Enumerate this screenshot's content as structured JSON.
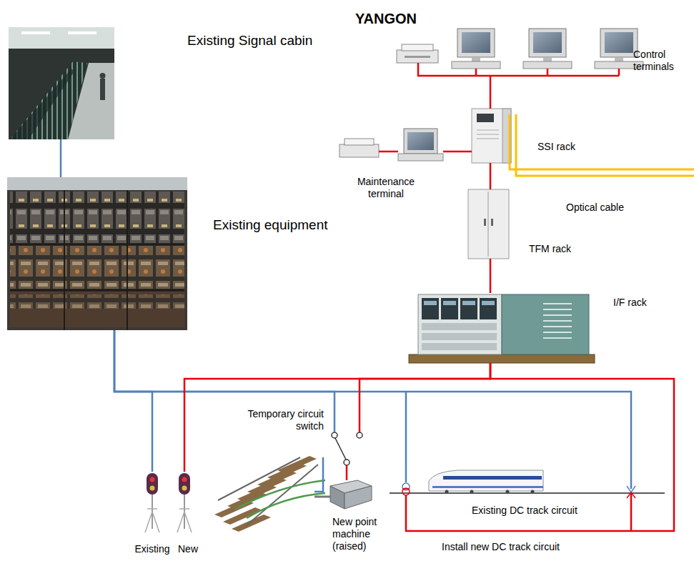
{
  "diagram": {
    "title": "YANGON",
    "nodes": [
      {
        "text": [
          "Existing Signal cabin"
        ]
      },
      {
        "text": [
          "Existing equipment"
        ]
      },
      {
        "text": [
          "Control terminals"
        ]
      },
      {
        "text": [
          "SSI rack"
        ]
      },
      {
        "text": [
          "Maintenance terminal"
        ]
      },
      {
        "text": [
          "TFM rack"
        ]
      },
      {
        "text": [
          "I/F rack"
        ]
      },
      {
        "text": [
          "Existing"
        ]
      },
      {
        "text": [
          "New"
        ]
      },
      {
        "text": [
          "Temporary circuit switch"
        ]
      },
      {
        "text": [
          "New point machine (raised)"
        ]
      },
      {
        "text": [
          "Existing DC track circuit"
        ]
      }
    ],
    "edges": [
      {
        "from": 0,
        "to": 1,
        "arrow": "none"
      },
      {
        "from": 2,
        "to": 3,
        "arrow": "none"
      },
      {
        "from": 4,
        "to": 3,
        "arrow": "none"
      },
      {
        "from": 3,
        "to": 5,
        "arrow": "none"
      },
      {
        "from": 5,
        "to": 6,
        "arrow": "none"
      },
      {
        "from": 1,
        "to": 7,
        "arrow": "none"
      },
      {
        "from": 1,
        "to": 9,
        "arrow": "none"
      },
      {
        "from": 1,
        "to": 11,
        "arrow": "none"
      },
      {
        "from": 6,
        "to": 8,
        "arrow": "none"
      },
      {
        "from": 6,
        "to": 9,
        "arrow": "none"
      },
      {
        "from": 6,
        "to": 11,
        "arrow": "none"
      },
      {
        "from": 9,
        "to": 10,
        "arrow": "none"
      }
    ],
    "labels": [
      "Optical cable",
      "Install new DC track circuit"
    ]
  }
}
